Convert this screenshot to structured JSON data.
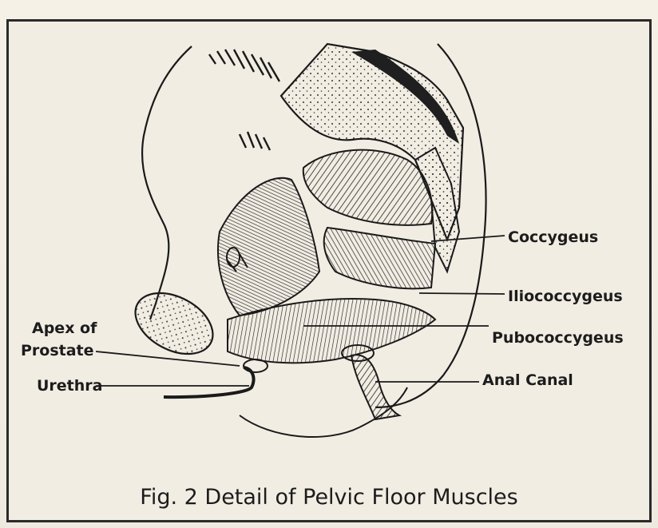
{
  "figure": {
    "caption": "Fig. 2 Detail of Pelvic Floor Muscles"
  },
  "labels": {
    "coccygeus": "Coccygeus",
    "iliococcygeus": "Iliococcygeus",
    "pubococcygeus": "Pubococcygeus",
    "anal_canal": "Anal Canal",
    "apex_of_prostate_line1": "Apex of",
    "apex_of_prostate_line2": "Prostate",
    "urethra": "Urethra"
  }
}
